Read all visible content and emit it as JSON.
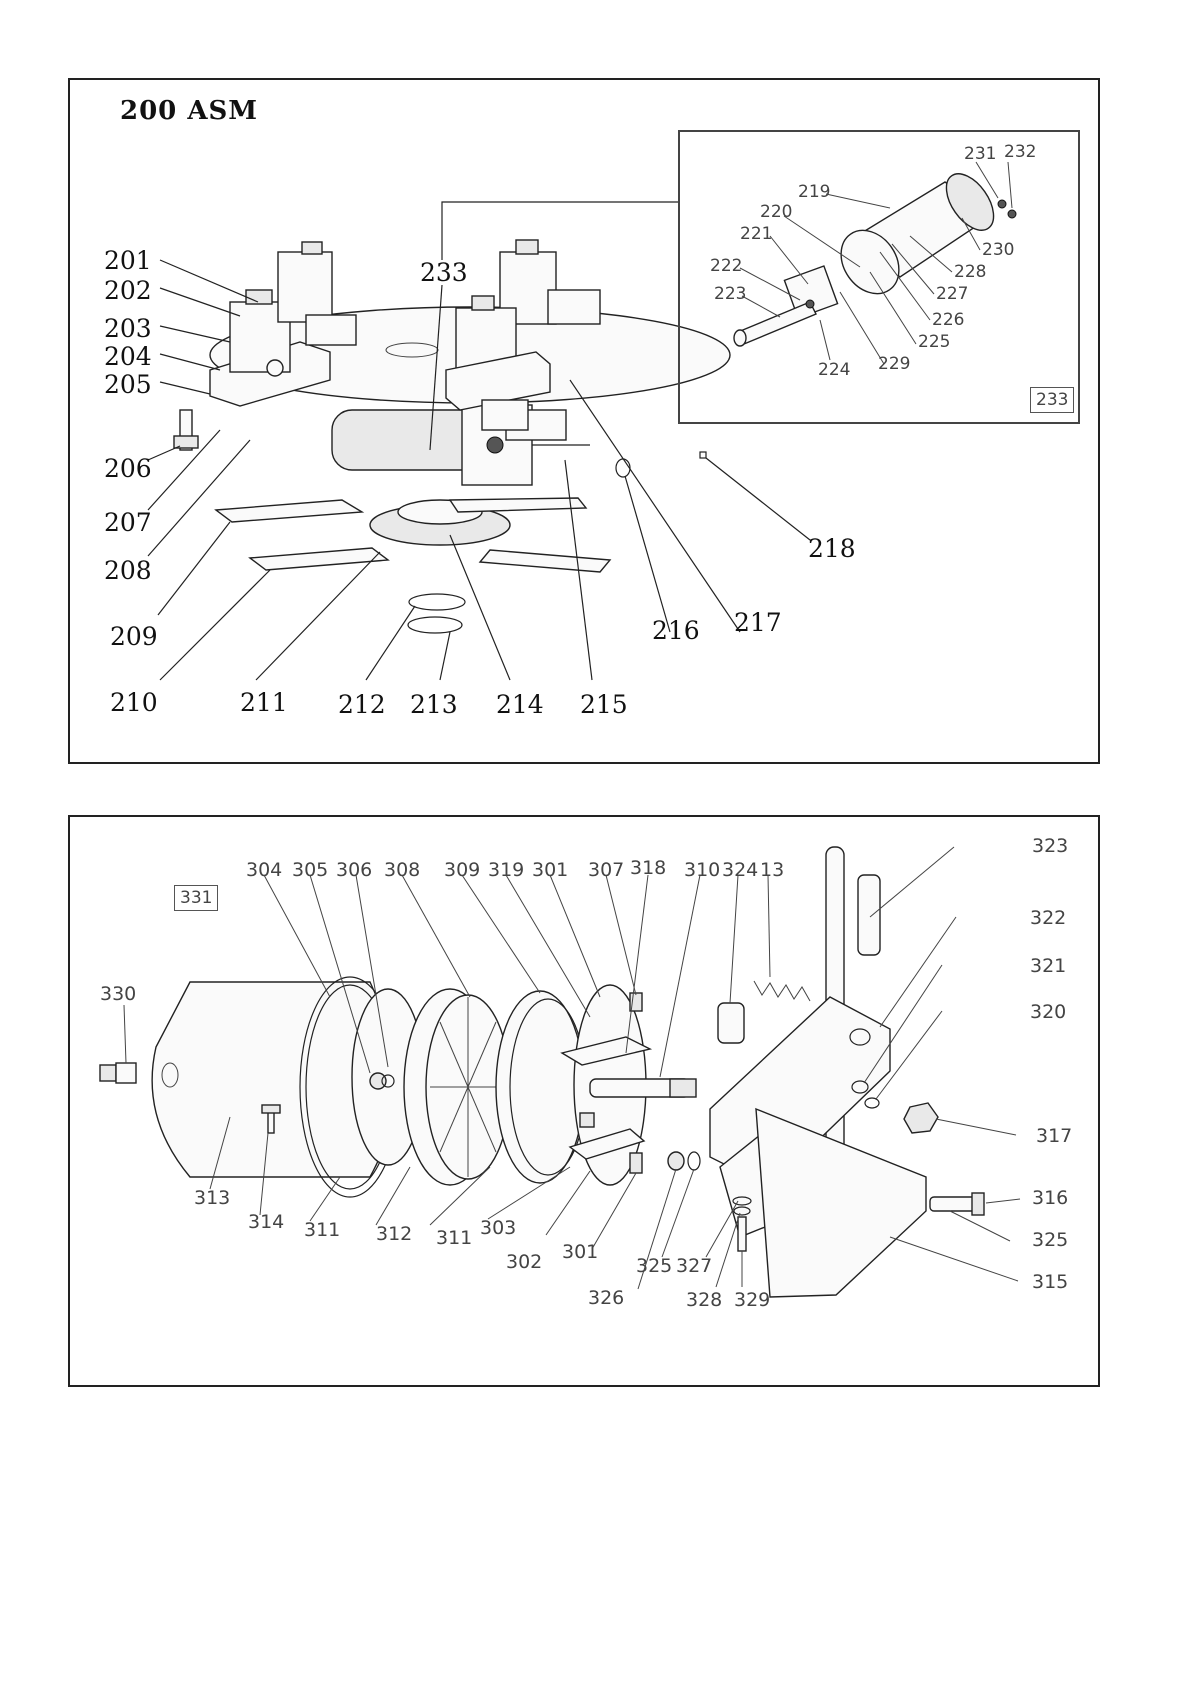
{
  "panel_a": {
    "title": "200 ASM",
    "inset_tag": "233",
    "labels": [
      "201",
      "202",
      "203",
      "204",
      "205",
      "206",
      "207",
      "208",
      "209",
      "210",
      "211",
      "212",
      "213",
      "214",
      "215",
      "216",
      "217",
      "218",
      "233"
    ],
    "inset_labels": [
      "219",
      "220",
      "221",
      "222",
      "223",
      "224",
      "225",
      "226",
      "227",
      "228",
      "229",
      "230",
      "231",
      "232"
    ]
  },
  "panel_b": {
    "tag": "331",
    "labels": [
      "304",
      "305",
      "306",
      "308",
      "309",
      "319",
      "301",
      "307",
      "318",
      "310",
      "324",
      "13",
      "323",
      "322",
      "321",
      "320",
      "317",
      "316",
      "325",
      "315",
      "330",
      "313",
      "314",
      "311",
      "312",
      "311",
      "303",
      "302",
      "301",
      "326",
      "325",
      "327",
      "328",
      "329"
    ]
  }
}
